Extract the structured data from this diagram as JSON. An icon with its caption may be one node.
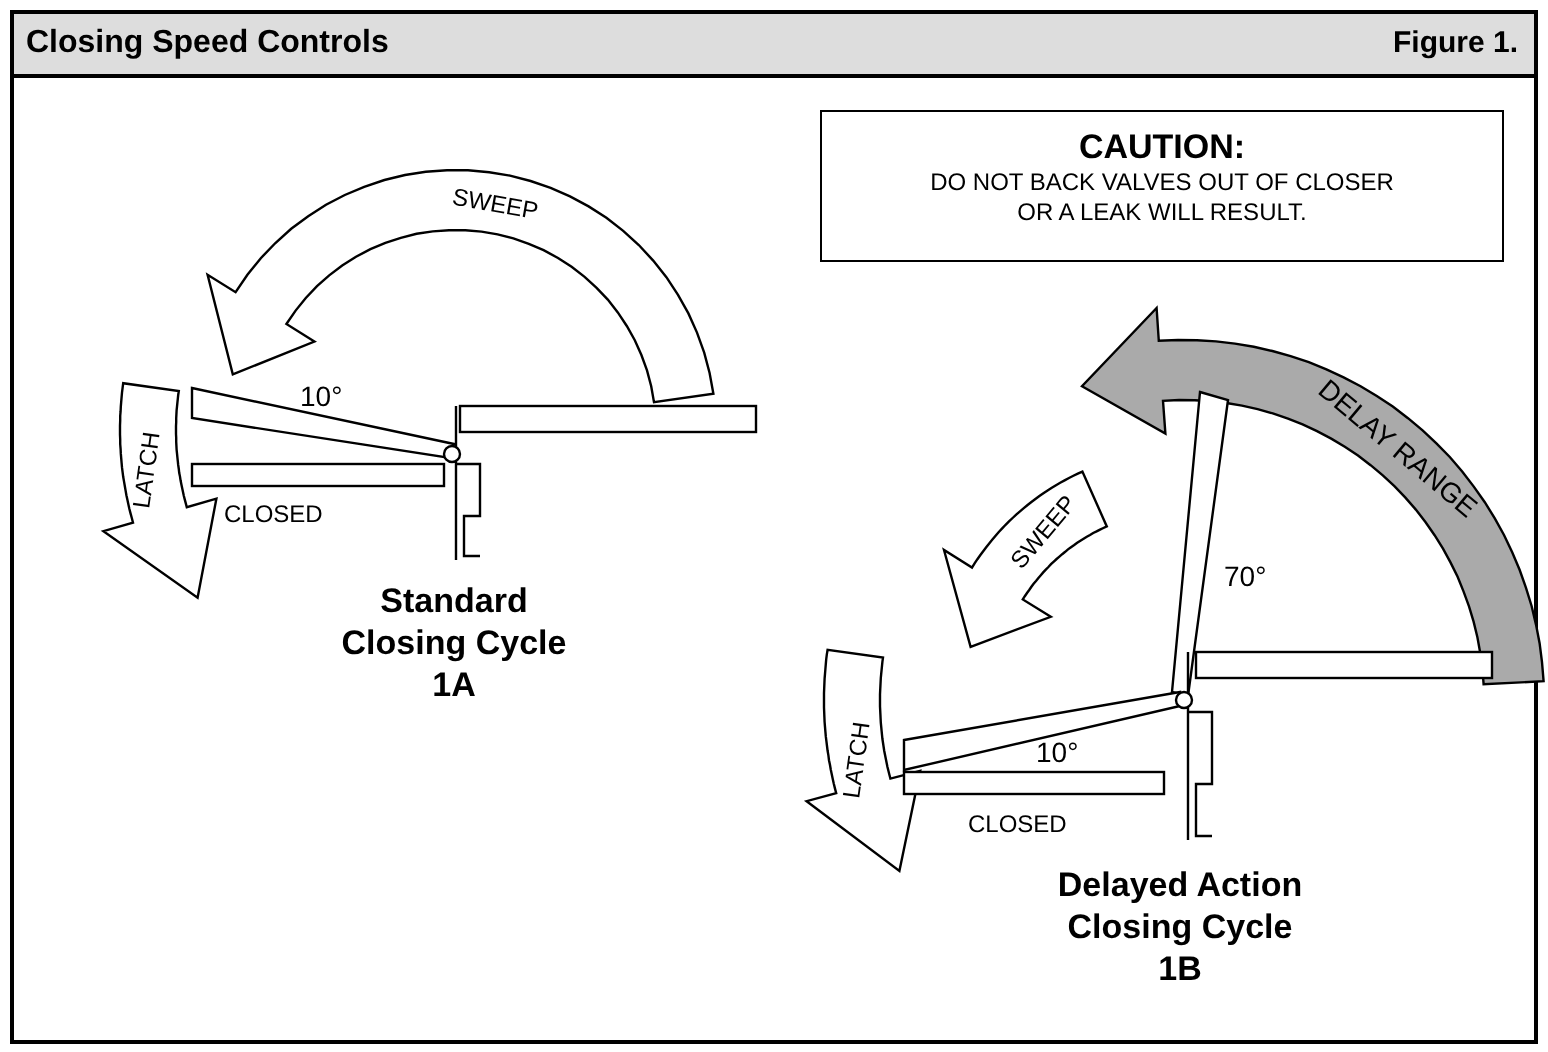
{
  "diagram": {
    "title": "Closing Speed Controls",
    "nodes": [
      {
        "text": [
          "CAUTION:",
          "DO NOT BACK VALVES OUT OF CLOSER OR A LEAK WILL RESULT."
        ]
      }
    ],
    "labels": [
      "Figure 1.",
      "SWEEP",
      "LATCH",
      "10°",
      "CLOSED",
      "Standard Closing Cycle 1A",
      "DELAY RANGE",
      "SWEEP",
      "70°",
      "LATCH",
      "10°",
      "CLOSED",
      "Delayed Action Closing Cycle 1B"
    ]
  }
}
